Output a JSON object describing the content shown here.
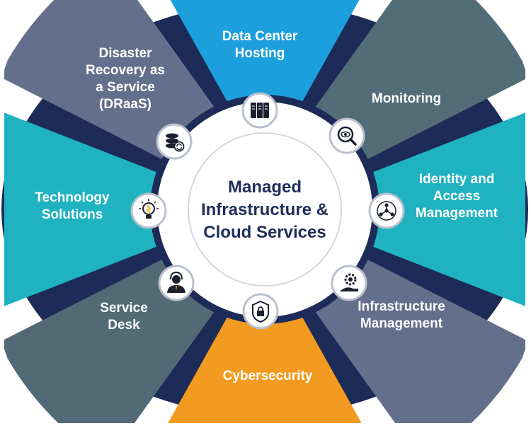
{
  "center": {
    "lines": [
      "Managed",
      "Infrastructure &",
      "Cloud Services"
    ]
  },
  "colors": {
    "ring": "#1c2b57",
    "center_text": "#1f2d5c",
    "icon_border": "#b9c0cc"
  },
  "segments": [
    {
      "name": "data-center-hosting",
      "lines": [
        "Data Center",
        "Hosting"
      ],
      "color": "#1ba0dd",
      "icon": "server-rack-icon"
    },
    {
      "name": "monitoring",
      "lines": [
        "Monitoring"
      ],
      "color": "#526c78",
      "icon": "eye-magnifier-icon"
    },
    {
      "name": "identity-access-management",
      "lines": [
        "Identity and",
        "Access",
        "Management"
      ],
      "color": "#1fb2c1",
      "icon": "network-nodes-icon"
    },
    {
      "name": "infrastructure-management",
      "lines": [
        "Infrastructure",
        "Management"
      ],
      "color": "#636f8b",
      "icon": "gear-hand-icon"
    },
    {
      "name": "cybersecurity",
      "lines": [
        "Cybersecurity"
      ],
      "color": "#f39a20",
      "icon": "shield-lock-icon"
    },
    {
      "name": "service-desk",
      "lines": [
        "Service",
        "Desk"
      ],
      "color": "#516a76",
      "icon": "headset-agent-icon"
    },
    {
      "name": "technology-solutions",
      "lines": [
        "Technology",
        "Solutions"
      ],
      "color": "#1fb2c1",
      "icon": "lightbulb-icon"
    },
    {
      "name": "disaster-recovery",
      "lines": [
        "Disaster",
        "Recovery as",
        "a Service",
        "(DRaaS)"
      ],
      "color": "#636f8b",
      "icon": "database-sync-icon"
    }
  ]
}
